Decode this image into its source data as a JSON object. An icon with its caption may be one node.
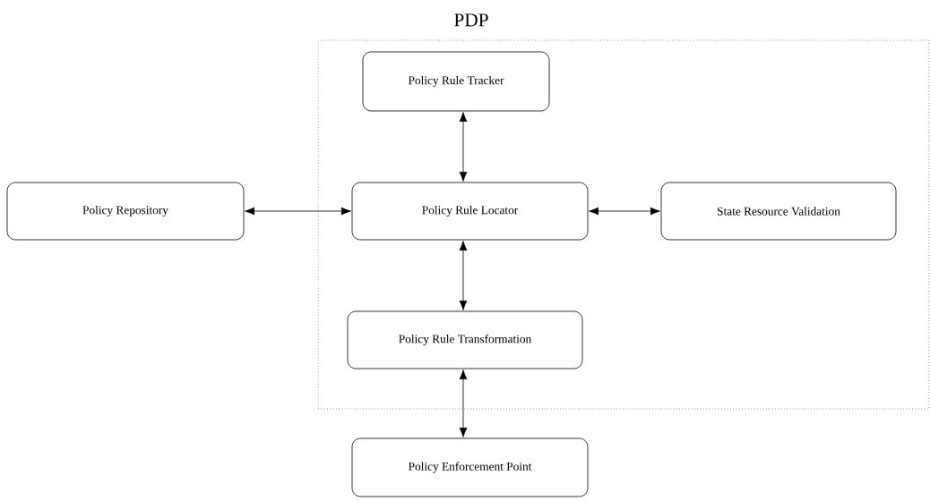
{
  "diagram": {
    "nodes": [
      {
        "text": [
          "PDP"
        ]
      },
      {
        "text": [
          "Policy Rule Tracker"
        ],
        "in": 0
      },
      {
        "text": [
          "Policy Repository"
        ]
      },
      {
        "text": [
          "Policy Rule Locator"
        ],
        "in": 0
      },
      {
        "text": [
          "State Resource Validation"
        ],
        "in": 0
      },
      {
        "text": [
          "Policy Rule Transformation"
        ],
        "in": 0
      },
      {
        "text": [
          "Policy Enforcement Point"
        ]
      }
    ],
    "edges": [
      {
        "from": 3,
        "to": 1,
        "arrow": "both"
      },
      {
        "from": 2,
        "to": 3,
        "arrow": "both"
      },
      {
        "from": 3,
        "to": 4,
        "arrow": "both"
      },
      {
        "from": 3,
        "to": 5,
        "arrow": "both"
      },
      {
        "from": 5,
        "to": 6,
        "arrow": "both"
      }
    ]
  }
}
